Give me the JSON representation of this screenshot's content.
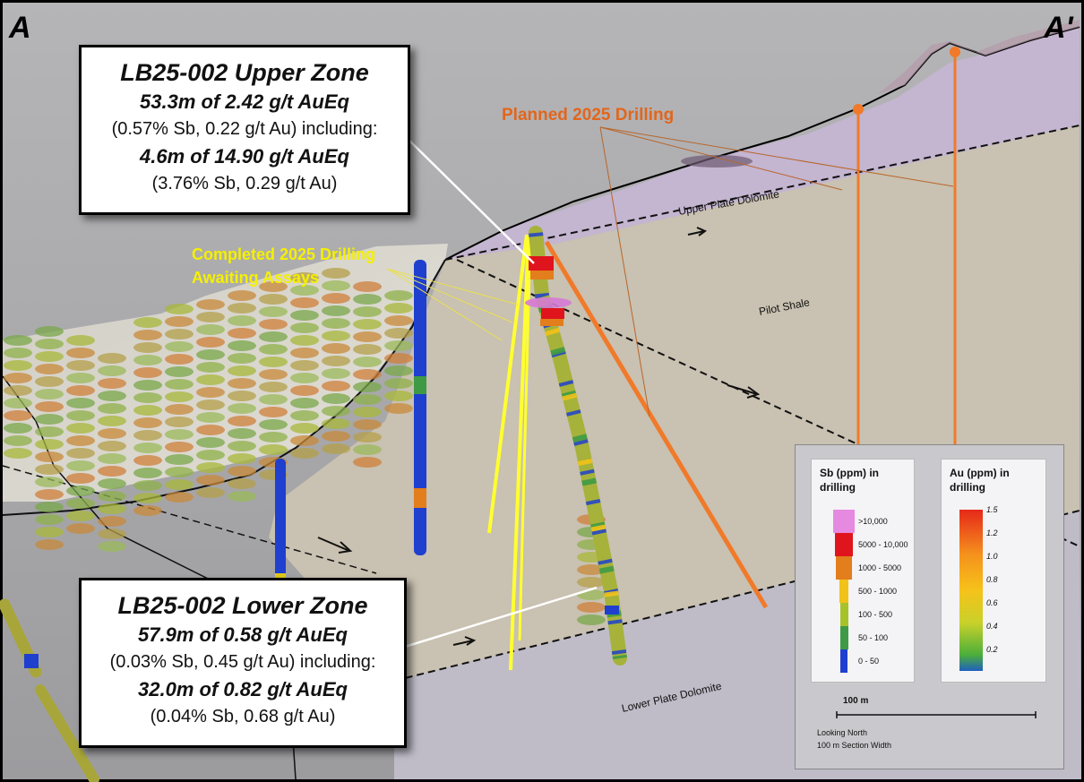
{
  "corners": {
    "left": "A",
    "right": "A'"
  },
  "upper_callout": {
    "title": "LB25-002 Upper Zone",
    "line1": "53.3m of 2.42 g/t AuEq",
    "line2": "(0.57% Sb, 0.22 g/t Au) including:",
    "line3": "4.6m of 14.90 g/t AuEq",
    "line4": "(3.76% Sb, 0.29 g/t Au)"
  },
  "lower_callout": {
    "title": "LB25-002 Lower Zone",
    "line1": "57.9m of 0.58 g/t AuEq",
    "line2": "(0.03% Sb, 0.45 g/t Au) including:",
    "line3": "32.0m of 0.82 g/t AuEq",
    "line4": "(0.04% Sb, 0.68 g/t Au)"
  },
  "labels": {
    "planned": "Planned 2025 Drilling",
    "completed_1": "Completed 2025 Drilling",
    "completed_2": "Awaiting Assays",
    "upper_plate": "Upper Plate Dolomite",
    "pilot_shale": "Pilot Shale",
    "lower_plate": "Lower Plate Dolomite"
  },
  "legend": {
    "sb_title_1": "Sb (ppm) in",
    "sb_title_2": "drilling",
    "au_title_1": "Au (ppm) in",
    "au_title_2": "drilling",
    "sb_classes": [
      {
        "label": ">10,000",
        "color": "#e58ae0"
      },
      {
        "label": "5000 - 10,000",
        "color": "#e0141c"
      },
      {
        "label": "1000 - 5000",
        "color": "#e27e1c"
      },
      {
        "label": "500 - 1000",
        "color": "#f2c21a"
      },
      {
        "label": "100 - 500",
        "color": "#a8c22a"
      },
      {
        "label": "50 - 100",
        "color": "#3f9a45"
      },
      {
        "label": "0 - 50",
        "color": "#1f3fcf"
      }
    ],
    "au_ticks": [
      "1.5",
      "1.2",
      "1.0",
      "0.8",
      "0.6",
      "0.4",
      "0.2"
    ],
    "scale_label": "100 m",
    "note_1": "Looking North",
    "note_2": "100 m Section Width"
  },
  "colors": {
    "background": "#a6a6a8",
    "upper_plate": "#c3b5cf",
    "pilot_shale": "#c8c0b0",
    "lower_plate": "#bdbac6",
    "planned_drill": "#f07a2a",
    "completed_drill": "#ffff30",
    "planned_label": "#e2661c",
    "completed_label": "#f5f000"
  }
}
